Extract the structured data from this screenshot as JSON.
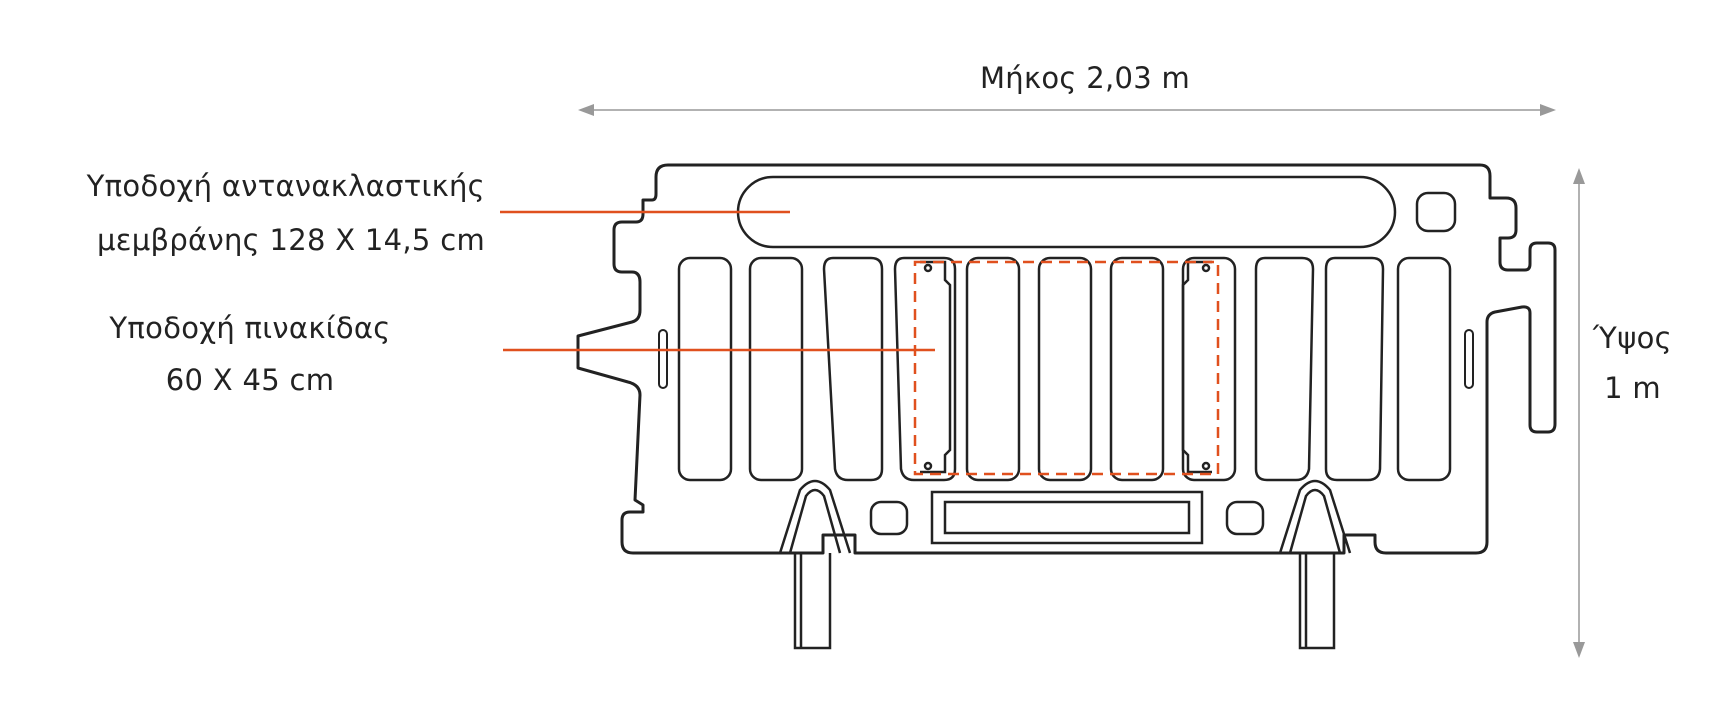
{
  "dimensions": {
    "length_label": "Μήκος 2,03 m",
    "height_label_line1": "Ύψος",
    "height_label_line2": "1 m"
  },
  "callouts": {
    "membrane_line1": "Υποδοχή αντανακλαστικής",
    "membrane_line2": "μεμβράνης 128 X 14,5 cm",
    "sign_line1": "Υποδοχή πινακίδας",
    "sign_line2": "60 X 45 cm"
  },
  "colors": {
    "outline": "#222222",
    "dimension_line": "#999999",
    "accent": "#e0501e"
  }
}
